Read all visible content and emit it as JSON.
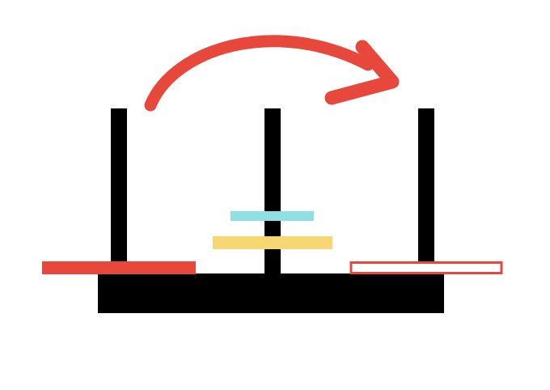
{
  "diagram": {
    "pegs": [
      {
        "id": "left"
      },
      {
        "id": "middle"
      },
      {
        "id": "right"
      }
    ],
    "disks": [
      {
        "name": "red-disk-left",
        "peg": "left",
        "size": "largest",
        "color": "#e8473c",
        "style": "filled"
      },
      {
        "name": "yellow-disk",
        "peg": "middle",
        "size": "medium",
        "color": "#f7d774",
        "style": "filled"
      },
      {
        "name": "cyan-disk",
        "peg": "middle",
        "size": "small",
        "color": "#8fdfe3",
        "style": "filled"
      },
      {
        "name": "red-disk-outline-right",
        "peg": "right",
        "size": "largest",
        "color": "#e8473c",
        "style": "outline"
      }
    ],
    "arrow": {
      "from": "left",
      "to": "right",
      "color": "#e8473c"
    },
    "colors": {
      "base": "#000000",
      "peg": "#000000",
      "background": "#ffffff"
    }
  }
}
